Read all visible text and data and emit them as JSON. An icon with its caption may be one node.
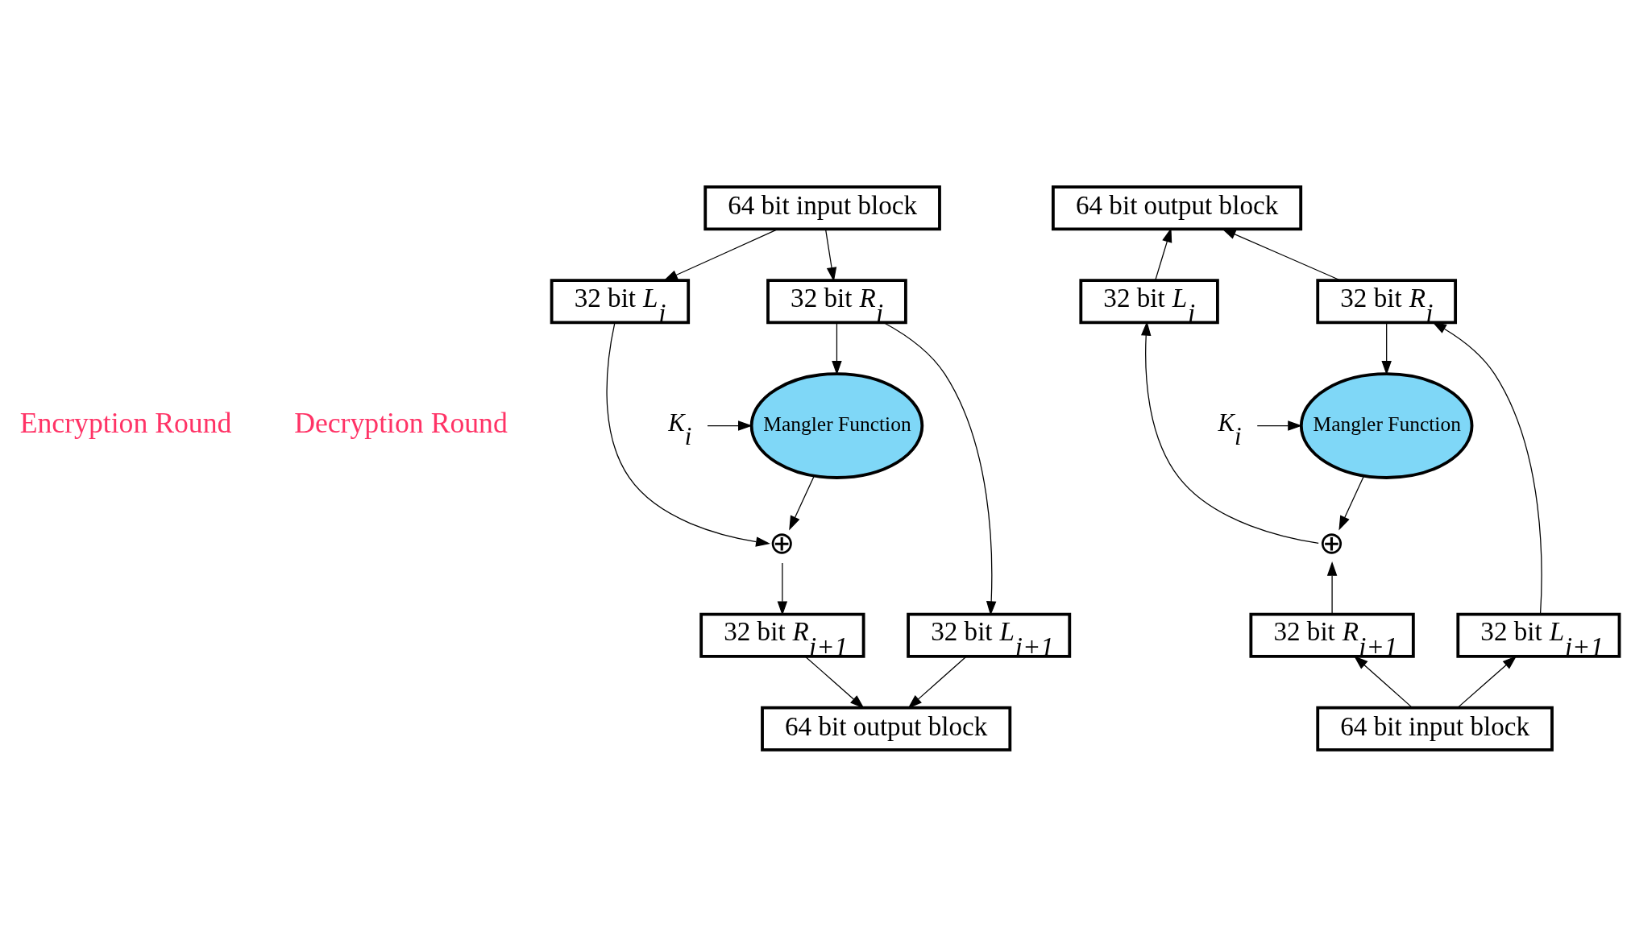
{
  "diagram": {
    "nodes": [
      {
        "text": [
          "64 bit input block"
        ]
      },
      {
        "text": [
          "32 bit *L*$_{i}$"
        ]
      },
      {
        "text": [
          "32 bit *R*$_{i}$"
        ]
      },
      {
        "text": [
          "Mangler Function"
        ]
      },
      {
        "text": [
          "*K*$_{i}$"
        ]
      },
      {
        "text": [
          "⊕"
        ]
      },
      {
        "text": [
          "32 bit *L*$_{i+1}$"
        ]
      },
      {
        "text": [
          "32 bit *R*$_{i+1}$"
        ]
      },
      {
        "text": [
          "64 bit output block"
        ]
      },
      {
        "text": [
          "64 bit output block"
        ]
      },
      {
        "text": [
          "32 bit *L*$_{i}$"
        ]
      },
      {
        "text": [
          "32 bit *R*$_{i}$"
        ]
      },
      {
        "text": [
          "Mangler Function"
        ]
      },
      {
        "text": [
          "*K*$_{i}$"
        ]
      },
      {
        "text": [
          "⊕"
        ]
      },
      {
        "text": [
          "32 bit *L*$_{i+1}$"
        ]
      },
      {
        "text": [
          "32 bit *R*$_{i+1}$"
        ]
      },
      {
        "text": [
          "64 bit input block"
        ]
      }
    ],
    "edges": [
      {
        "from": 0,
        "to": 1,
        "arrow": "to"
      },
      {
        "from": 0,
        "to": 2,
        "arrow": "to"
      },
      {
        "from": 1,
        "to": 5,
        "arrow": "to"
      },
      {
        "from": 2,
        "to": 6,
        "arrow": "to"
      },
      {
        "from": 2,
        "to": 3,
        "arrow": "to"
      },
      {
        "from": 4,
        "to": 3,
        "arrow": "to"
      },
      {
        "from": 3,
        "to": 5,
        "arrow": "to"
      },
      {
        "from": 5,
        "to": 7,
        "arrow": "to"
      },
      {
        "from": 6,
        "to": 8,
        "arrow": "to"
      },
      {
        "from": 7,
        "to": 8,
        "arrow": "to"
      },
      {
        "from": 10,
        "to": 9,
        "arrow": "to"
      },
      {
        "from": 11,
        "to": 9,
        "arrow": "to"
      },
      {
        "from": 11,
        "to": 12,
        "arrow": "to"
      },
      {
        "from": 13,
        "to": 12,
        "arrow": "to"
      },
      {
        "from": 12,
        "to": 14,
        "arrow": "to"
      },
      {
        "from": 14,
        "to": 10,
        "arrow": "to"
      },
      {
        "from": 15,
        "to": 11,
        "arrow": "to"
      },
      {
        "from": 16,
        "to": 14,
        "arrow": "to"
      },
      {
        "from": 17,
        "to": 15,
        "arrow": "to"
      },
      {
        "from": 17,
        "to": 16,
        "arrow": "to"
      }
    ],
    "labels": [
      "Encryption Round",
      "Decryption Round"
    ]
  }
}
